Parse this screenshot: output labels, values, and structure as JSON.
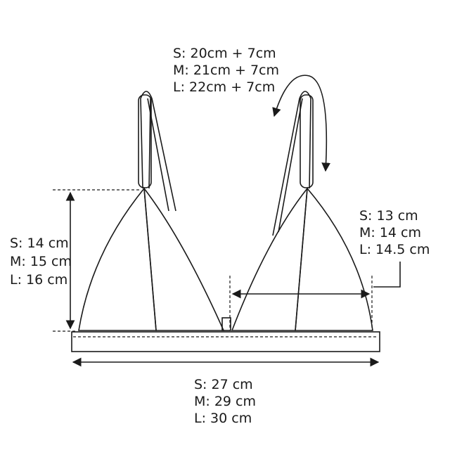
{
  "strap_length": {
    "S": "S: 20cm + 7cm",
    "M": "M: 21cm + 7cm",
    "L": "L: 22cm + 7cm"
  },
  "cup_height": {
    "S": "S: 14 cm",
    "M": "M: 15 cm",
    "L": "L: 16 cm"
  },
  "cup_width": {
    "S": "S: 13 cm",
    "M": "M: 14 cm",
    "L": "L: 14.5 cm"
  },
  "band_width": {
    "S": "S: 27 cm",
    "M": "M: 29 cm",
    "L": "L: 30 cm"
  }
}
